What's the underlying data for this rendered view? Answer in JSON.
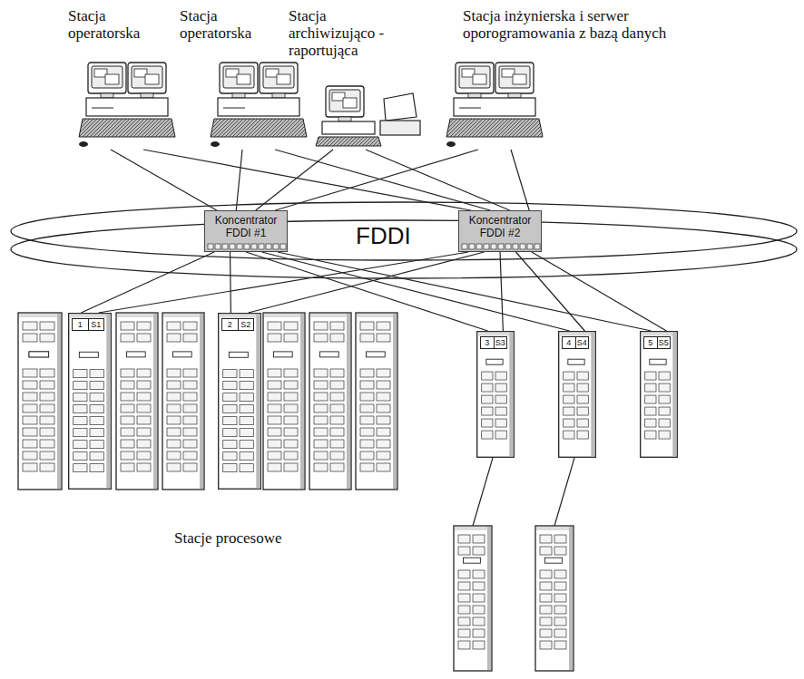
{
  "diagram": {
    "nodes": [
      {
        "text": [
          "Stacja operatorska"
        ]
      },
      {
        "text": [
          "Stacja operatorska"
        ]
      },
      {
        "text": [
          "Stacja archiwizująco -raportująca"
        ]
      },
      {
        "text": [
          "Stacja inżynierska i serwer oporogramowania z bazą danych"
        ]
      },
      {
        "text": [
          "Koncentrator FDDI #1"
        ]
      },
      {
        "text": [
          "Koncentrator FDDI #2"
        ]
      },
      {
        "text": [
          "1",
          "S1"
        ]
      },
      {
        "text": [
          "2",
          "S2"
        ]
      },
      {
        "text": [
          "3",
          "S3"
        ]
      },
      {
        "text": [
          "4",
          "S4"
        ]
      },
      {
        "text": [
          "5",
          "S5"
        ]
      }
    ],
    "edges": [
      {
        "from": 0,
        "to": 4,
        "arrow": "none"
      },
      {
        "from": 0,
        "to": 5,
        "arrow": "none"
      },
      {
        "from": 1,
        "to": 4,
        "arrow": "none"
      },
      {
        "from": 1,
        "to": 5,
        "arrow": "none"
      },
      {
        "from": 2,
        "to": 4,
        "arrow": "none"
      },
      {
        "from": 2,
        "to": 5,
        "arrow": "none"
      },
      {
        "from": 3,
        "to": 4,
        "arrow": "none"
      },
      {
        "from": 3,
        "to": 5,
        "arrow": "none"
      },
      {
        "from": 4,
        "to": 6,
        "arrow": "none"
      },
      {
        "from": 4,
        "to": 7,
        "arrow": "none"
      },
      {
        "from": 4,
        "to": 8,
        "arrow": "none"
      },
      {
        "from": 4,
        "to": 9,
        "arrow": "none"
      },
      {
        "from": 4,
        "to": 10,
        "arrow": "none"
      },
      {
        "from": 5,
        "to": 6,
        "arrow": "none"
      },
      {
        "from": 5,
        "to": 7,
        "arrow": "none"
      },
      {
        "from": 5,
        "to": 8,
        "arrow": "none"
      },
      {
        "from": 5,
        "to": 9,
        "arrow": "none"
      },
      {
        "from": 5,
        "to": 10,
        "arrow": "none"
      }
    ],
    "labels": [
      "FDDI",
      "Stacje procesowe"
    ]
  }
}
